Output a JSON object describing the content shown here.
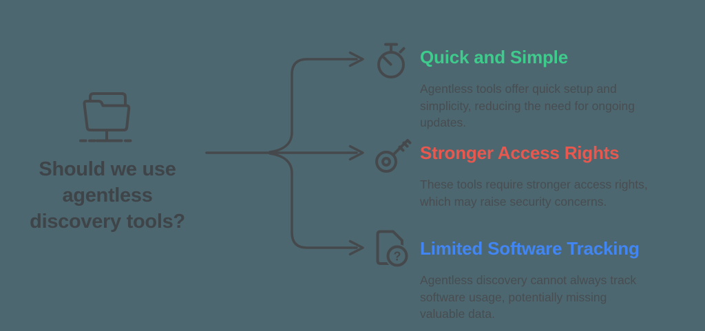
{
  "colors": {
    "background": "#4d6770",
    "line": "#45494c",
    "ink": "#3e4447",
    "body": "#474d50",
    "green": "#3ecb8c",
    "red": "#e8584e",
    "blue": "#4286f4"
  },
  "root": {
    "icon": "folder-network-icon",
    "question": "Should we use\nagentless\ndiscovery tools?"
  },
  "branches": [
    {
      "icon": "stopwatch-icon",
      "title": "Quick and Simple",
      "color": "#3ecb8c",
      "description": "Agentless tools offer quick setup and\nsimplicity, reducing the need for ongoing\nupdates."
    },
    {
      "icon": "key-icon",
      "title": "Stronger Access Rights",
      "color": "#e8584e",
      "description": "These tools require stronger access rights,\nwhich may raise security concerns."
    },
    {
      "icon": "document-question-icon",
      "title": "Limited Software Tracking",
      "color": "#4286f4",
      "icon_glyph": "?",
      "description": "Agentless discovery cannot always track\nsoftware usage, potentially missing\nvaluable data."
    }
  ]
}
